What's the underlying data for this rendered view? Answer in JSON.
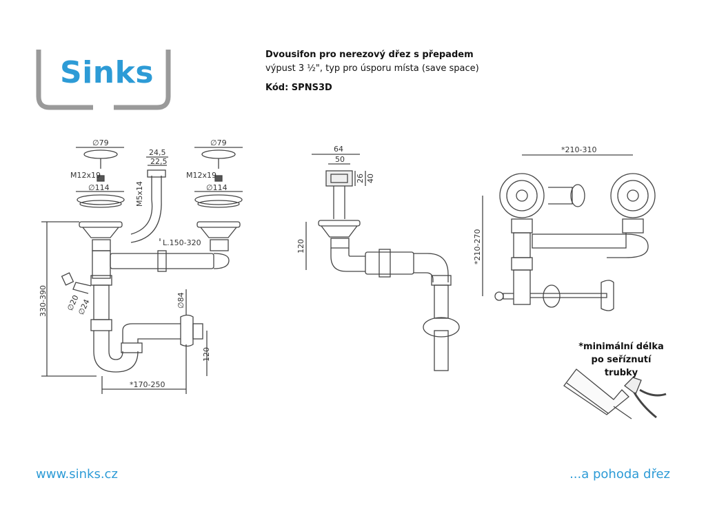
{
  "brand": {
    "logo_text": "Sinks",
    "accent_color": "#2d9bd6",
    "frame_color": "#9a9a9a"
  },
  "header": {
    "title_line1": "Dvousifon pro nerezový dřez s přepadem",
    "title_line2": "výpust 3 ½\", typ pro úsporu místa (save space)",
    "code": "Kód: SPNS3D"
  },
  "dimensions": {
    "left": {
      "d79_a": "∅79",
      "d79_b": "∅79",
      "m12_a": "M12x19",
      "m12_b": "M12x19",
      "d114_a": "∅114",
      "d114_b": "∅114",
      "w245": "24,5",
      "w225": "22,5",
      "m5": "M5x14",
      "hose_len": "L.150-320",
      "h330": "330-390",
      "d20": "∅20",
      "d24": "∅24",
      "d84": "∅84",
      "h120": "120",
      "w170": "*170-250"
    },
    "middle": {
      "w64": "64",
      "w50": "50",
      "h26": "26",
      "h40": "40",
      "h120": "120"
    },
    "right": {
      "w210": "*210-310",
      "h210": "*210-270"
    }
  },
  "note": {
    "line1": "*minimální délka",
    "line2": "po seříznutí trubky"
  },
  "footer": {
    "url": "www.sinks.cz",
    "tagline": "...a pohoda dřez"
  }
}
